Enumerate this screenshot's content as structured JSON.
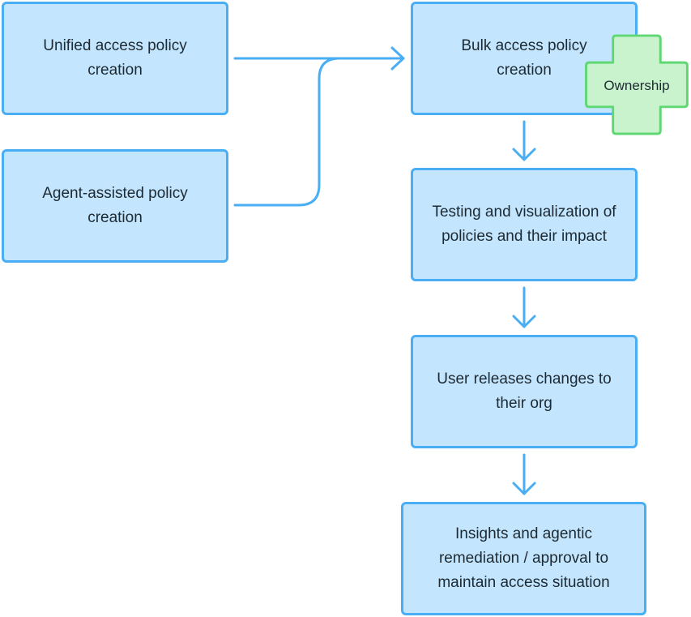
{
  "nodes": {
    "unified": "Unified access policy creation",
    "agent_assisted": "Agent-assisted policy creation",
    "bulk": "Bulk access policy creation",
    "testing": "Testing and visualization of policies and their impact",
    "releases": "User releases changes to their org",
    "insights": "Insights and agentic remediation / approval to maintain access situation"
  },
  "badge": {
    "label": "Ownership",
    "shape": "plus-cross"
  },
  "colors": {
    "node_fill": "#c3e5fd",
    "node_border": "#49aef3",
    "connector": "#49aef3",
    "badge_fill": "#c9f3cc",
    "badge_border": "#5fd873",
    "text": "#1d2a33"
  }
}
